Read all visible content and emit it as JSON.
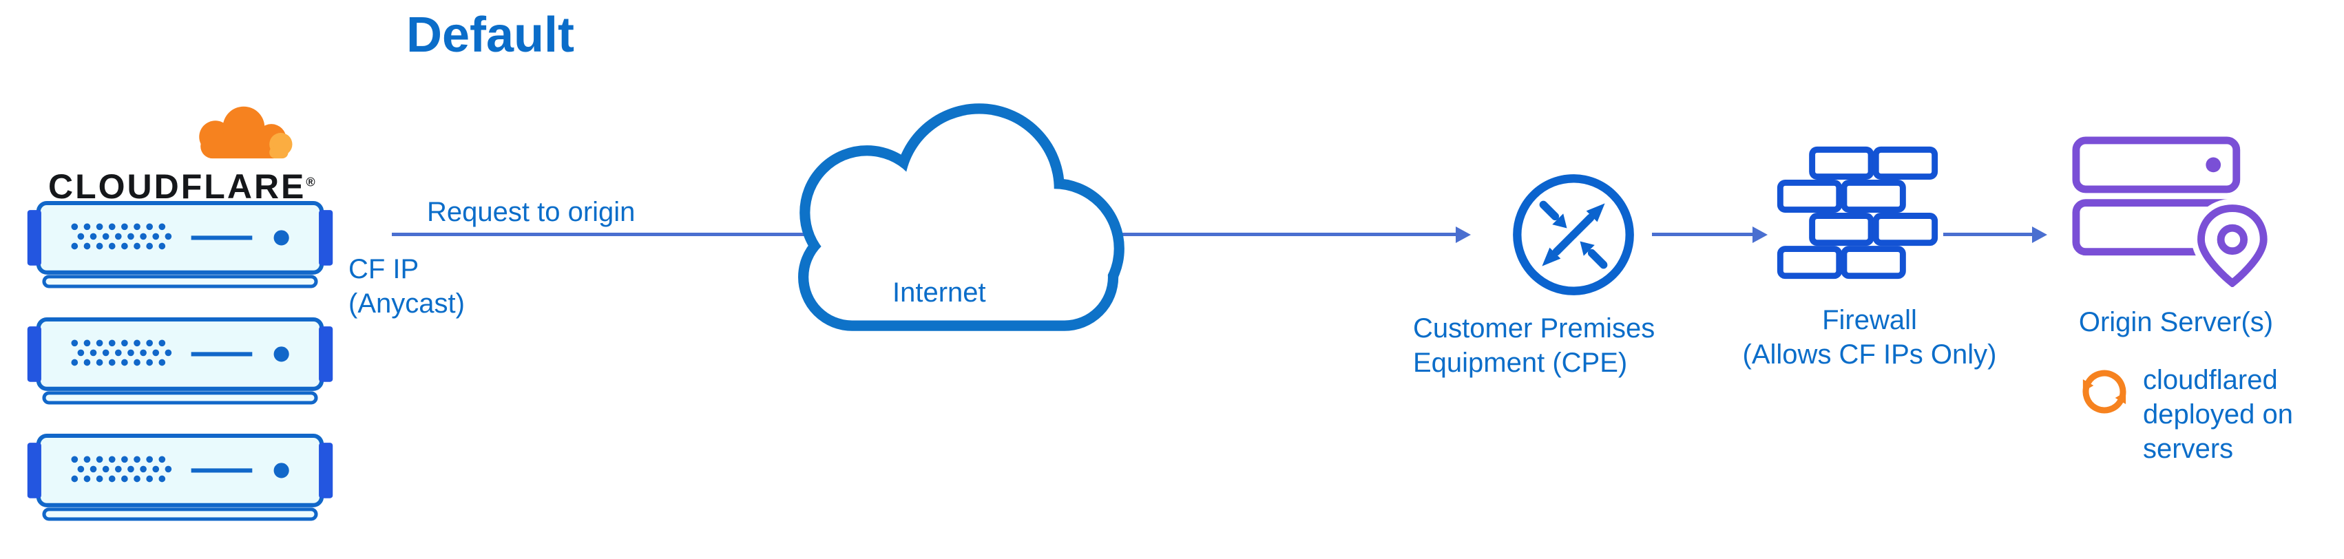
{
  "title": "Default",
  "cloudflare": {
    "wordmark": "CLOUDFLARE",
    "registered_mark": "®",
    "ip_label_line1": "CF IP",
    "ip_label_line2": "(Anycast)"
  },
  "flow": {
    "request_label": "Request to origin",
    "internet_label": "Internet"
  },
  "cpe": {
    "label_line1": "Customer Premises",
    "label_line2": "Equipment (CPE)"
  },
  "firewall": {
    "label_line1": "Firewall",
    "label_line2": "(Allows CF IPs Only)"
  },
  "origin": {
    "label": "Origin Server(s)",
    "cloudflared_note": "cloudflared deployed on servers"
  },
  "icons": {
    "cloudflare-logo-icon": "orange cloudflare cloud",
    "edge-server-icon": "cyan rack server unit",
    "internet-cloud-icon": "blue outlined cloud",
    "cpe-router-icon": "circle with crossing arrows",
    "firewall-icon": "blue brick wall",
    "origin-server-icon": "purple server stack with location pin",
    "cloudflared-sync-icon": "orange circular sync arrows"
  },
  "colors": {
    "blue_text": "#0B6DC9",
    "arrow_blue": "#4A6FD0",
    "cloud_stroke": "#0E72C8",
    "cpe_blue": "#0B63CE",
    "firewall_blue": "#1353D4",
    "origin_purple": "#7A4FD6",
    "cloudflare_orange": "#F6821F",
    "cloudflare_orange_light": "#FBAD41",
    "server_fill": "#E9FAFD",
    "server_border": "#1167C9",
    "server_cap": "#2356E0"
  }
}
